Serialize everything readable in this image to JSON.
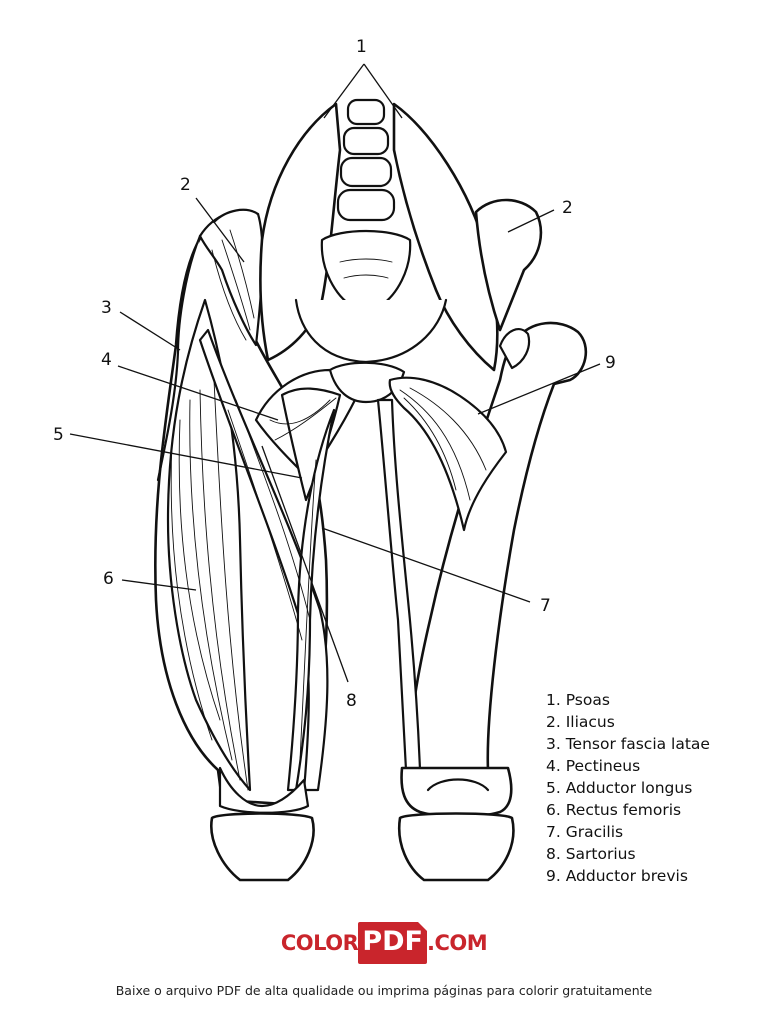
{
  "diagram": {
    "callouts": [
      "1",
      "2",
      "2",
      "3",
      "4",
      "5",
      "6",
      "7",
      "8",
      "9"
    ],
    "legend": [
      "1. Psoas",
      "2. Iliacus",
      "3. Tensor fascia latae",
      "4. Pectineus",
      "5. Adductor longus",
      "6. Rectus femoris",
      "7. Gracilis",
      "8. Sartorius",
      "9. Adductor brevis"
    ]
  },
  "brand": {
    "left": "COLOR",
    "box": "PDF",
    "right": ".COM",
    "accent_color": "#c9252c"
  },
  "footer": {
    "text": "Baixe o arquivo PDF de alta qualidade ou imprima páginas para colorir gratuitamente"
  }
}
